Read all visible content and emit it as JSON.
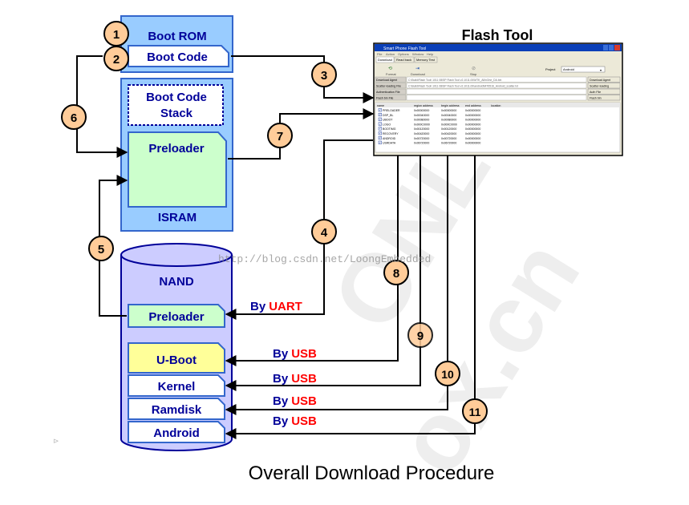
{
  "boot_rom": {
    "title": "Boot ROM",
    "boot_code": "Boot Code"
  },
  "isram": {
    "title": "ISRAM",
    "stack": [
      "Boot Code",
      "Stack"
    ],
    "preloader": "Preloader"
  },
  "nand": {
    "title": "NAND",
    "preloader": "Preloader",
    "uboot": "U-Boot",
    "kernel": "Kernel",
    "ramdisk": "Ramdisk",
    "android": "Android"
  },
  "flash_tool": {
    "title": "Flash Tool",
    "window_title": "Smart Phone Flash Tool",
    "menu": [
      "File",
      "Action",
      "Options",
      "Window",
      "Help"
    ],
    "tabs": [
      "Download",
      "Read back",
      "Memory Test"
    ],
    "toolbar": [
      "Format",
      "Download",
      "Stop"
    ],
    "project_label": "Project",
    "project_value": "Android",
    "rows": [
      "Download Agent",
      "Scatter-loading File",
      "Authentication File",
      "Flash bin File"
    ],
    "row_values": [
      "C:\\Build\\Flash Tool\\ 1011 08\\SP Flash Tool v2.1011.00\\MTK_AllInOne_DA.bin",
      "C:\\Build\\Flash Tool\\ 1011 08\\SP Flash Tool v2.1011.00\\android\\MT6516_Android_scatter.txt",
      "",
      ""
    ],
    "side_buttons": [
      "Download Agent",
      "Scatter-loading",
      "Auth File",
      "Flash bin"
    ],
    "columns": [
      "name",
      "region address",
      "begin address",
      "end address",
      "location"
    ],
    "partitions": [
      [
        "PRELOADER",
        "0x00000000",
        "0x00000000",
        "0x00000000"
      ],
      [
        "DSP_BL",
        "0x00040000",
        "0x00040000",
        "0x00000000"
      ],
      [
        "UBOOT",
        "0x00080000",
        "0x00080000",
        "0x00000000"
      ],
      [
        "LOGO",
        "0x000C0000",
        "0x000C0000",
        "0x00000000"
      ],
      [
        "BOOTIMG",
        "0x00120000",
        "0x00120000",
        "0x00000000"
      ],
      [
        "RECOVERY",
        "0x00420000",
        "0x00420000",
        "0x00000000"
      ],
      [
        "ANDROID",
        "0x00720000",
        "0x00720000",
        "0x00000000"
      ],
      [
        "USRDATA",
        "0x06720000",
        "0x06720000",
        "0x00000000"
      ]
    ]
  },
  "steps": [
    "1",
    "2",
    "3",
    "4",
    "5",
    "6",
    "7",
    "8",
    "9",
    "10",
    "11"
  ],
  "labels": {
    "by": "By",
    "uart": "UART",
    "usb": "USB"
  },
  "watermark": "http://blog.csdn.net/LoongEmbedded",
  "caption": "Overall Download Procedure",
  "colors": {
    "boot_rom_fill": "#99ccff",
    "isram_fill": "#99ccff",
    "preloader_fill": "#ccffcc",
    "nand_fill": "#ccccff",
    "uboot_fill": "#ffff99",
    "circle_fill": "#ffcc99",
    "label_blue": "#000099",
    "label_red": "#ff0000"
  }
}
